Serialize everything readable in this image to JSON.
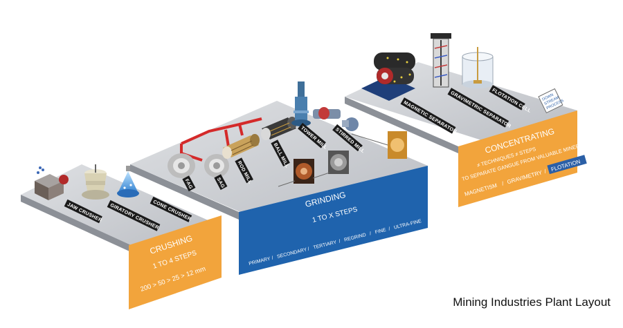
{
  "caption": "Mining Industries Plant Layout",
  "colors": {
    "platform_top": "#c9ccd1",
    "platform_front": "#8c9097",
    "crushing_panel": "#f2a43c",
    "grinding_panel": "#1f63ad",
    "concentrating_panel": "#f2a43c",
    "flotation_highlight": "#2b5fa6",
    "label_tag": "#1a1a1a",
    "flow_pipe": "#d42a2a"
  },
  "crushing": {
    "title": "CRUSHING",
    "steps": "1 TO 4 STEPS",
    "sizes": "200 > 50 > 25 > 12 mm",
    "equipment": [
      "JAW CRUSHER",
      "GIRATORY CRUSHER",
      "CONE CRUSHER"
    ]
  },
  "grinding": {
    "title": "GRINDING",
    "steps": "1 TO X STEPS",
    "stages": [
      "PRIMARY",
      "SECONDARY",
      "TERTIARY",
      "REGRIND",
      "FINE",
      "ULTRA-FINE"
    ],
    "equipment": [
      "FAG",
      "SAG",
      "ROD MILL",
      "BALL MILL",
      "TOWER MILL",
      "STIRRED MILL"
    ]
  },
  "concentrating": {
    "title": "CONCENTRATING",
    "line1": "≠ TECHNIQUES    ≠ STEPS",
    "line2": "TO SEPARATE GANGUE FROM VALUABLE MINERAL",
    "methods": [
      "MAGNETISM",
      "GRAVIMETRY",
      "FLOTATION"
    ],
    "equipment": [
      "MAGNETIC SEPARATOR",
      "GRAVIMETRIC SEPARATOR",
      "FLOTATION CELL"
    ],
    "next_step": [
      "DOWN",
      "STREAM",
      "PROCESS"
    ]
  }
}
